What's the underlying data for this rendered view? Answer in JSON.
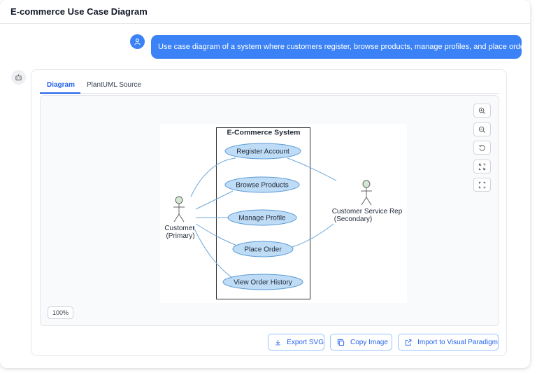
{
  "header": {
    "title": "E-commerce Use Case Diagram"
  },
  "user_message": {
    "text": "Use case diagram of a system where customers register, browse products, manage profiles, and place orders."
  },
  "tabs": [
    {
      "label": "Diagram",
      "active": true
    },
    {
      "label": "PlantUML Source",
      "active": false
    }
  ],
  "diagram": {
    "system_title": "E-Commerce System",
    "use_cases": [
      "Register Account",
      "Browse Products",
      "Manage Profile",
      "Place Order",
      "View Order History"
    ],
    "actors": {
      "primary": {
        "line1": "Customer",
        "line2": "(Primary)"
      },
      "secondary": {
        "line1": "Customer Service Rep",
        "line2": "(Secondary)"
      }
    },
    "colors": {
      "use_case_fill": "#bfdcf7",
      "use_case_stroke": "#5b9bd5",
      "edge": "#6ea8d8",
      "actor_fill": "#d4e9d4"
    }
  },
  "zoom": {
    "level": "100%"
  },
  "zoom_controls": [
    "zoom-in-icon",
    "zoom-out-icon",
    "reset-icon",
    "fit-icon",
    "fullscreen-icon"
  ],
  "actions": {
    "export_svg": "Export SVG",
    "copy_image": "Copy Image",
    "import_vp": "Import to Visual Paradigm"
  },
  "accent": "#3b82f6"
}
